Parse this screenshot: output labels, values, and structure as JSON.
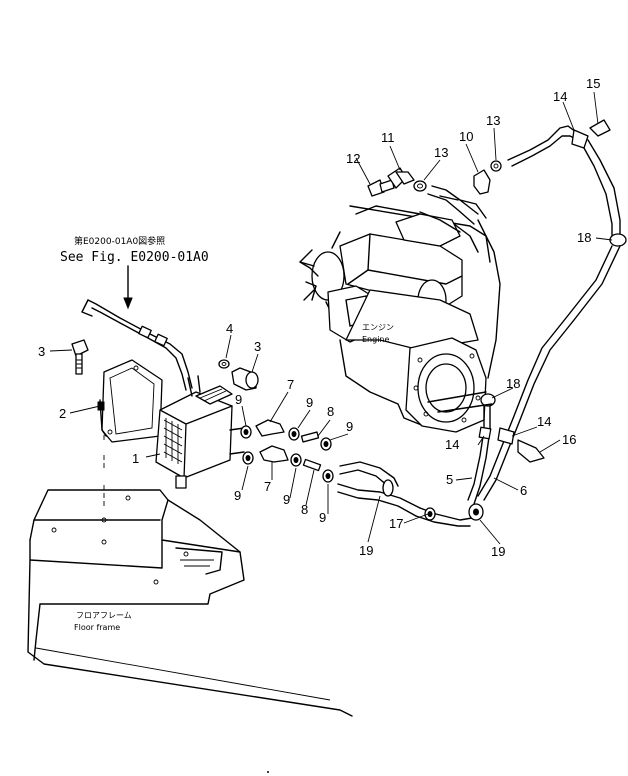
{
  "reference": {
    "jp": "第E0200-01A0図参照",
    "en": "See Fig. E0200-01A0"
  },
  "engine_label": {
    "jp": "エンジン",
    "en": "Engine"
  },
  "floor_label": {
    "jp": "フロアフレーム",
    "en": "Floor frame"
  },
  "callouts": [
    "1",
    "2",
    "3",
    "3",
    "4",
    "5",
    "6",
    "7",
    "7",
    "8",
    "8",
    "9",
    "9",
    "9",
    "9",
    "9",
    "9",
    "10",
    "11",
    "12",
    "13",
    "13",
    "14",
    "14",
    "14",
    "15",
    "16",
    "17",
    "18",
    "18",
    "19",
    "19"
  ]
}
